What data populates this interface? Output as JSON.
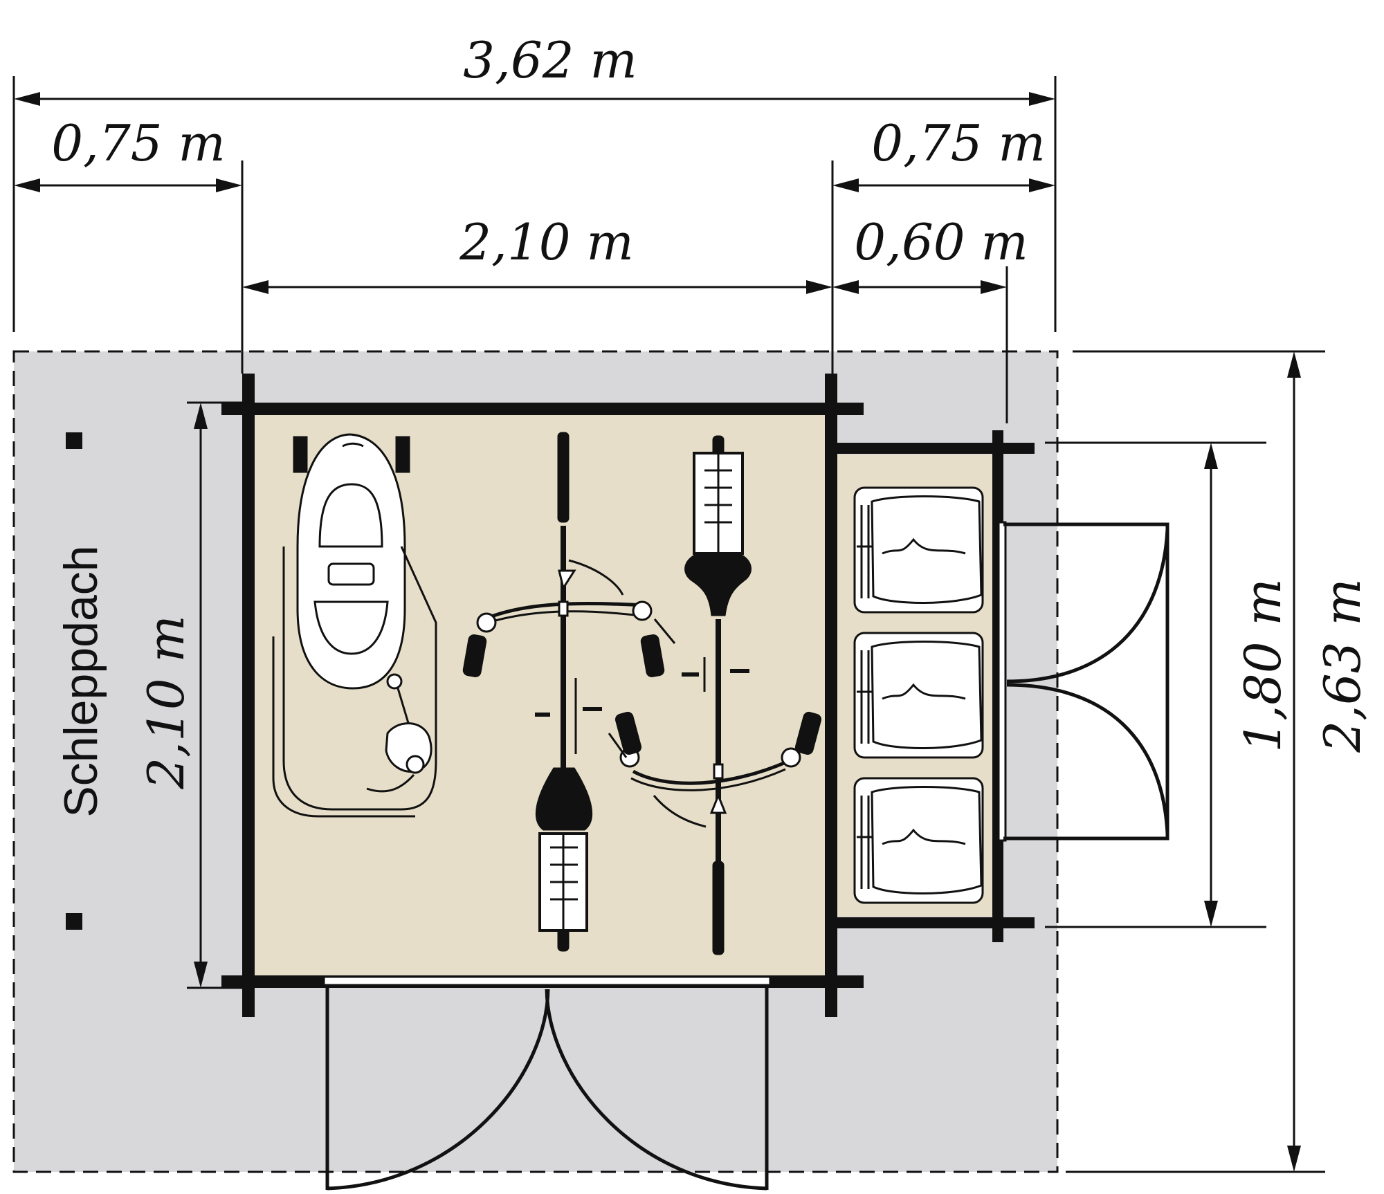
{
  "roof_label": "Schleppdach",
  "dimensions": {
    "total_width": "3,62 m",
    "left_overhang": "0,75 m",
    "right_overhang": "0,75 m",
    "inner_width": "2,10 m",
    "side_shelf": "0,60 m",
    "inner_depth": "2,10 m",
    "side_depth": "1,80 m",
    "total_depth": "2,63 m"
  },
  "colors": {
    "roof_area": "#d8d7da",
    "interior_floor": "#e6dec8",
    "lines": "#111111"
  },
  "icons": [
    "ride-on-car-icon",
    "bicycle-icon",
    "bicycle-icon",
    "wheelbarrow-icon"
  ]
}
